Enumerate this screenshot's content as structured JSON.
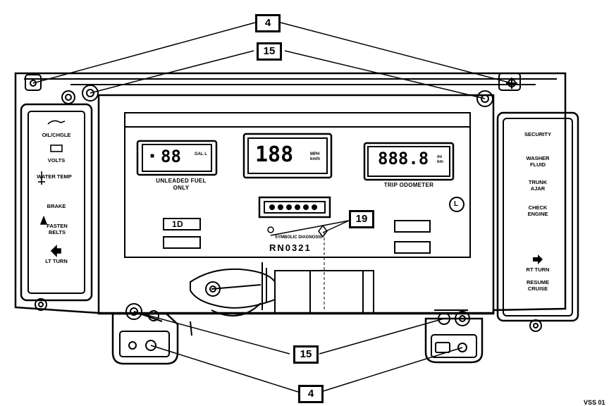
{
  "callouts": {
    "top_4": "4",
    "top_15": "15",
    "mid_19": "19",
    "bottom_15": "15",
    "bottom_4": "4"
  },
  "left_panel": {
    "oil": "OIL/CHGLE",
    "volts": "VOLTS",
    "water_temp": "WATER TEMP",
    "brake": "BRAKE",
    "fasten_belts": "FASTEN BELTS",
    "lt_turn": "LT TURN"
  },
  "right_panel": {
    "security": "SECURITY",
    "washer_fluid": "WASHER FLUID",
    "trunk_ajar": "TRUNK AJAR",
    "check_engine": "CHECK ENGINE",
    "rt_turn": "RT TURN",
    "resume_cruise": "RESUME CRUISE"
  },
  "fuel_display": {
    "digits": "88",
    "unit": "GAL L",
    "caption": "UNLEADED FUEL ONLY"
  },
  "speed_display": {
    "digits": "188",
    "unit": "MPH km/h"
  },
  "odometer_display": {
    "digits": "888.8",
    "unit": "mi km",
    "caption": "TRIP ODOMETER"
  },
  "part_code": "RN0321",
  "small_caption": "SYMBOLIC DIAGNOSIS",
  "button_1d": "1D",
  "figure_id": "VSS 01"
}
